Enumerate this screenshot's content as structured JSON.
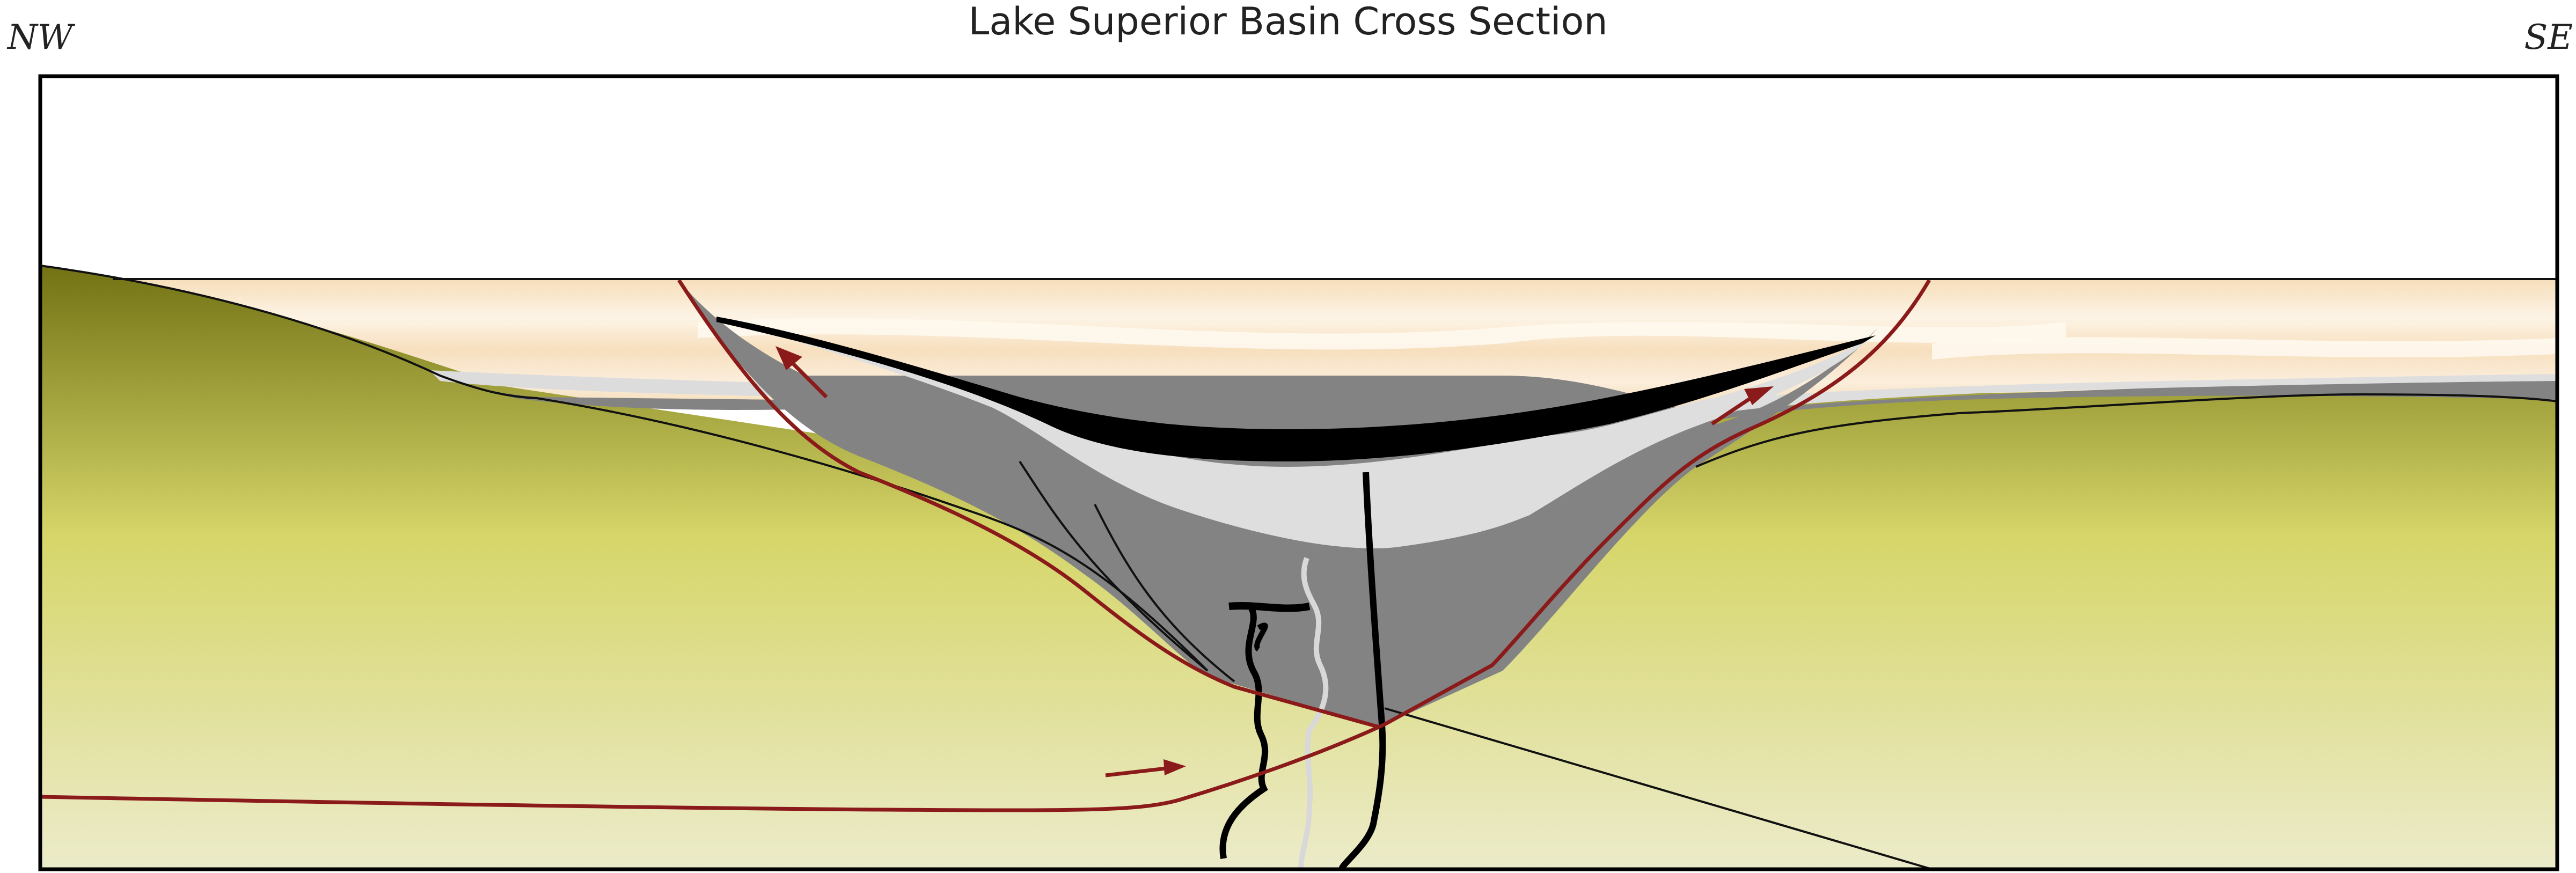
{
  "diagram": {
    "title": "Lake Superior Basin Cross Section",
    "direction_left": "NW",
    "direction_right": "SE"
  },
  "colors": {
    "frame": "#000000",
    "fault": "#8b1a1a",
    "bedrock_top": "#7a7a20",
    "bedrock_mid": "#d6d66a",
    "bedrock_bottom": "#ecebc8",
    "sediment_light": "#f7dfbc",
    "sediment_pale": "#fdf3e4",
    "basin_fill_dark": "#838383",
    "basin_fill_light": "#dedede",
    "marker_bed": "#000000"
  }
}
